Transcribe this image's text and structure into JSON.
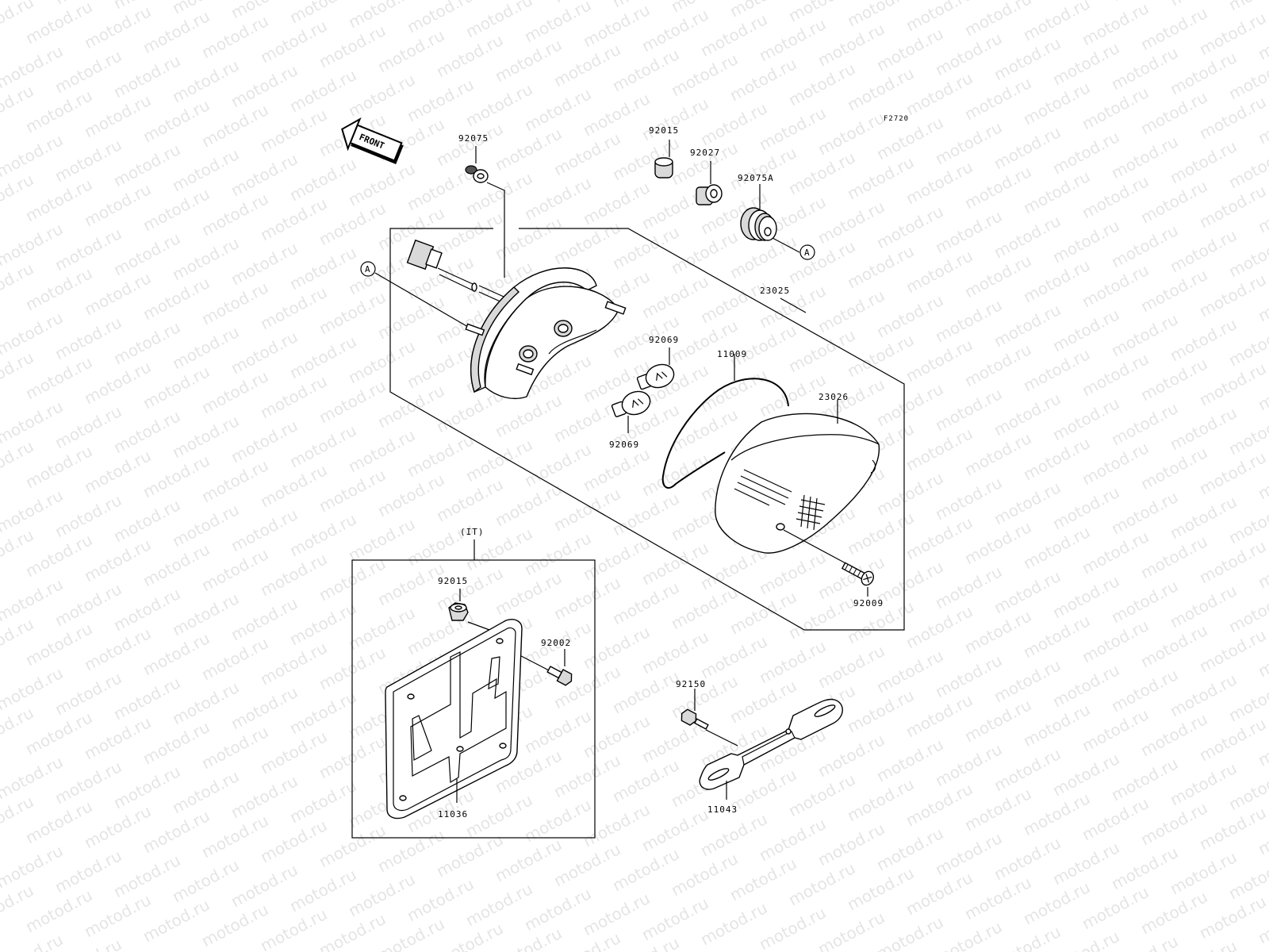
{
  "diagram": {
    "figure_code": "F2720",
    "front_label": "FRONT",
    "italy_label": "(IT)",
    "ref_marker": "A",
    "watermark": "motod.ru",
    "parts": {
      "p92075": "92075",
      "p92015_top": "92015",
      "p92027": "92027",
      "p92075A": "92075A",
      "p23025": "23025",
      "p92069_a": "92069",
      "p92069_b": "92069",
      "p11009": "11009",
      "p23026": "23026",
      "p92009": "92009",
      "p92015_it": "92015",
      "p92002": "92002",
      "p11036": "11036",
      "p92150": "92150",
      "p11043": "11043"
    }
  }
}
